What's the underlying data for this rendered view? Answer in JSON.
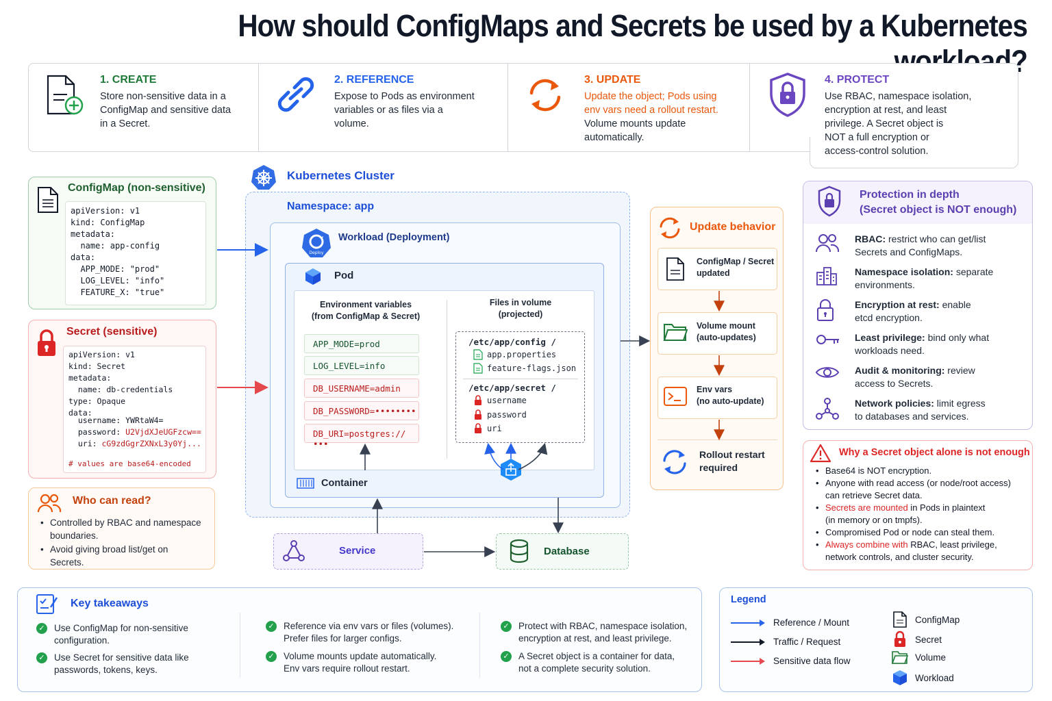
{
  "title": "How should ConfigMaps and Secrets be used by a Kubernetes workload?",
  "steps": [
    {
      "title": "1. CREATE",
      "text": [
        "Store non-sensitive data in a",
        "ConfigMap and sensitive data",
        "in a Secret."
      ],
      "color": "#1f2937"
    },
    {
      "title": "2. REFERENCE",
      "text": [
        "Expose to Pods as environment",
        "variables or as files via a",
        "volume."
      ],
      "color": "#2563eb"
    },
    {
      "title": "3. UPDATE",
      "text_orange": [
        "Update the object; Pods using",
        "env vars need a rollout restart."
      ],
      "text": [
        "Volume mounts update",
        "automatically."
      ],
      "color": "#ea580c"
    },
    {
      "title": "4. PROTECT",
      "text": [
        "Use RBAC, namespace isolation,",
        "encryption at rest, and least",
        "privilege. A Secret object is",
        "NOT a full encryption or",
        "access-control solution."
      ],
      "color": "#6b46c1"
    }
  ],
  "configmap": {
    "title": "ConfigMap (non-sensitive)",
    "code": "apiVersion: v1\nkind: ConfigMap\nmetadata:\n  name: app-config\ndata:\n  APP_MODE: \"prod\"\n  LOG_LEVEL: \"info\"\n  FEATURE_X: \"true\""
  },
  "secret": {
    "title": "Secret (sensitive)",
    "code_plain": "apiVersion: v1\nkind: Secret\nmetadata:\n  name: db-credentials\ntype: Opaque\ndata:",
    "entries": [
      {
        "key": "  username: ",
        "val": "YWRtaW4="
      },
      {
        "key": "  password: ",
        "val": "U2VjdXJeUGFzcw=="
      },
      {
        "key": "  uri: ",
        "val": "cG9zdGgrZXNxL3y0Yj..."
      }
    ],
    "comment": "# values are base64-encoded"
  },
  "who": {
    "title": "Who can read?",
    "items": [
      "Controlled by RBAC and namespace",
      "boundaries.",
      "Avoid giving broad list/get on",
      "Secrets."
    ]
  },
  "cluster": {
    "title": "Kubernetes Cluster",
    "namespace": "Namespace: app",
    "workload": "Workload (Deployment)",
    "workload_badge": "Deploy",
    "pod": "Pod",
    "env_title": [
      "Environment variables",
      "(from ConfigMap & Secret)"
    ],
    "files_title": [
      "Files in volume",
      "(projected)"
    ],
    "env": [
      {
        "text": "APP_MODE=prod",
        "sensitive": false
      },
      {
        "text": "LOG_LEVEL=info",
        "sensitive": false
      },
      {
        "text": "DB_USERNAME=admin",
        "sensitive": true
      },
      {
        "text": "DB_PASSWORD=••••••••",
        "sensitive": true
      },
      {
        "text": "DB_URI=postgres://•••",
        "sensitive": true
      }
    ],
    "config_dir": "/etc/app/config /",
    "config_files": [
      "app.properties",
      "feature-flags.json"
    ],
    "secret_dir": "/etc/app/secret /",
    "secret_files": [
      "username",
      "password",
      "uri"
    ],
    "container": "Container",
    "service": "Service",
    "database": "Database"
  },
  "update": {
    "title": "Update behavior",
    "steps": [
      [
        "ConfigMap / Secret",
        "updated"
      ],
      [
        "Volume mount",
        "(auto-updates)"
      ],
      [
        "Env vars",
        "(no auto-update)"
      ]
    ],
    "final": [
      "Rollout restart",
      "required"
    ]
  },
  "protection": {
    "title": [
      "Protection in depth",
      "(Secret object is NOT enough)"
    ],
    "items": [
      {
        "bold": "RBAC:",
        "text": " restrict who can get/list",
        "text2": "Secrets and ConfigMaps."
      },
      {
        "bold": "Namespace isolation:",
        "text": " separate",
        "text2": "environments."
      },
      {
        "bold": "Encryption at rest:",
        "text": " enable",
        "text2": "etcd encryption."
      },
      {
        "bold": "Least privilege:",
        "text": " bind only what",
        "text2": "workloads need."
      },
      {
        "bold": "Audit & monitoring:",
        "text": " review",
        "text2": "access to Secrets."
      },
      {
        "bold": "Network policies:",
        "text": " limit egress",
        "text2": "to databases and services."
      }
    ]
  },
  "why": {
    "title": "Why a Secret object alone is not enough",
    "items": [
      {
        "lines": [
          "Base64 is NOT encryption."
        ],
        "red": false
      },
      {
        "lines": [
          "Anyone with read access (or node/root access)",
          "can retrieve Secret data."
        ],
        "red": false
      },
      {
        "lines_red": "Secrets are mounted",
        "lines": [
          " in Pods in plaintext",
          "(in memory or on tmpfs)."
        ],
        "red": true
      },
      {
        "lines": [
          "Compromised Pod or node can steal them."
        ],
        "red": false
      },
      {
        "lines_red": "Always combine with",
        "lines": [
          " RBAC, least privilege,",
          "network controls, and cluster security."
        ],
        "red": true
      }
    ]
  },
  "takeaways": {
    "title": "Key takeaways",
    "items": [
      [
        "Use ConfigMap for non-sensitive",
        "configuration."
      ],
      [
        "Use Secret for sensitive data like",
        "passwords, tokens, keys."
      ],
      [
        "Reference via env vars or files (volumes).",
        "Prefer files for larger configs."
      ],
      [
        "Volume mounts update automatically.",
        "Env vars require rollout restart."
      ],
      [
        "Protect with RBAC, namespace isolation,",
        "encryption at rest, and least privilege."
      ],
      [
        "A Secret object is a container for data,",
        "not a complete security solution."
      ]
    ]
  },
  "legend": {
    "title": "Legend",
    "lines": [
      {
        "label": "Reference / Mount",
        "color": "#2563eb"
      },
      {
        "label": "Traffic / Request",
        "color": "#111827"
      },
      {
        "label": "Sensitive data flow",
        "color": "#e5484d"
      }
    ],
    "icons": [
      "ConfigMap",
      "Secret",
      "Volume",
      "Workload"
    ]
  },
  "colors": {
    "blue": "#2563eb",
    "green": "#1f7a3a",
    "red": "#dc2626",
    "orange": "#ea580c",
    "purple": "#6b46c1"
  }
}
